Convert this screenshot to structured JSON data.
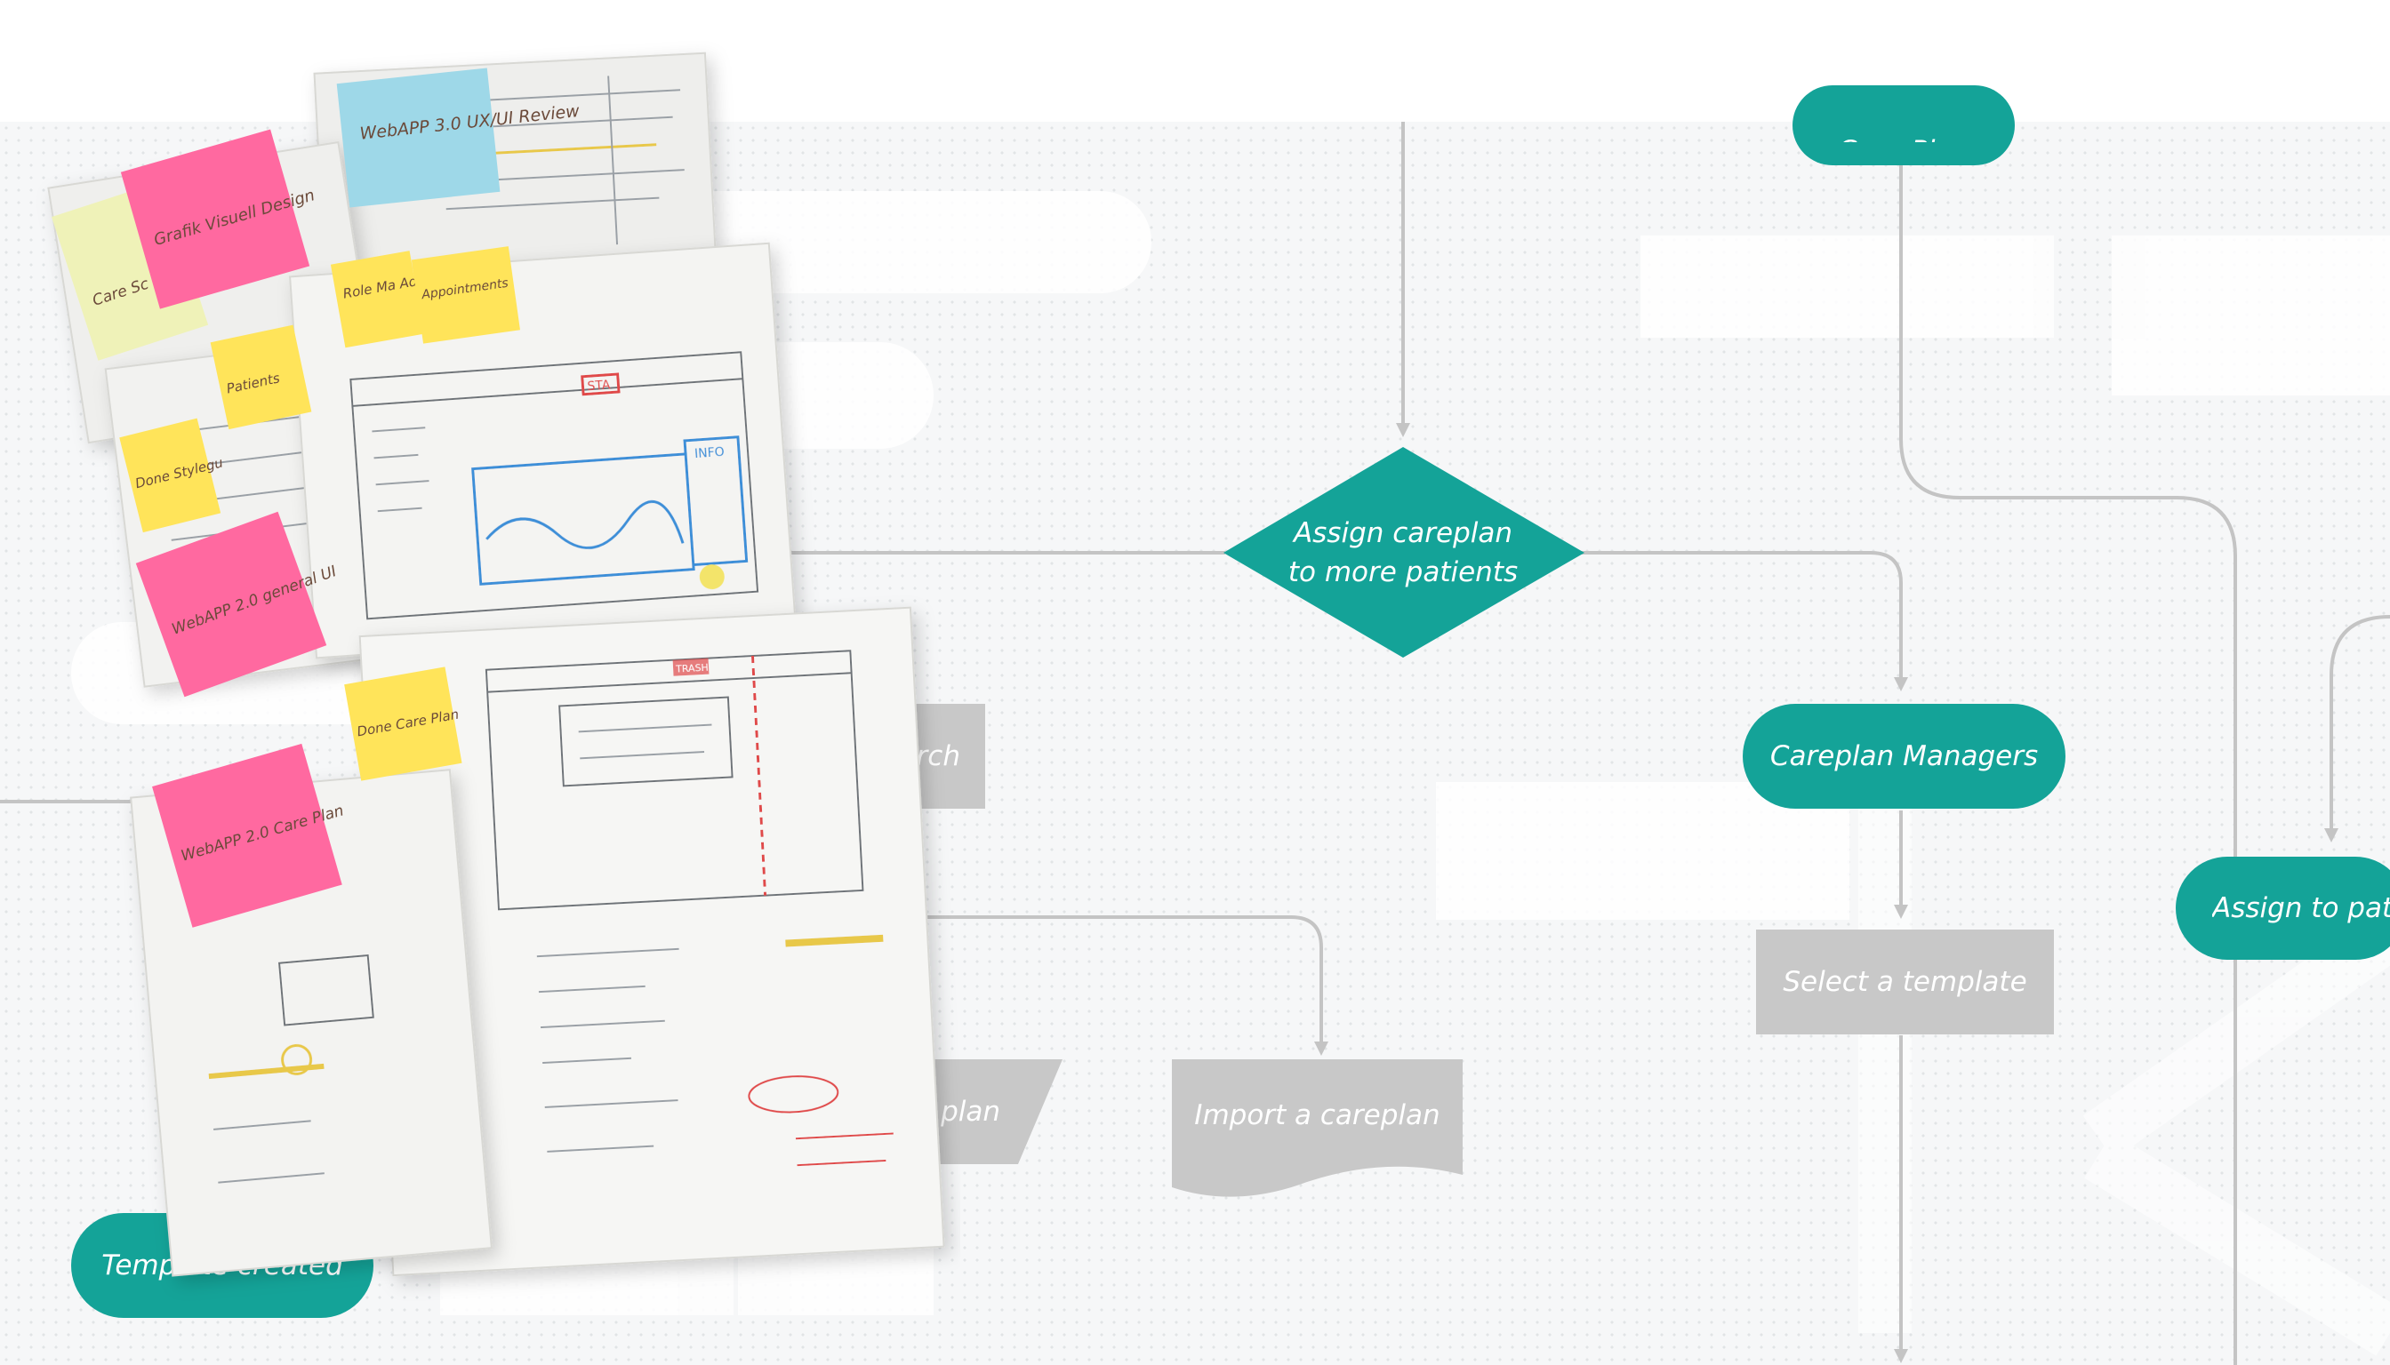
{
  "flowchart": {
    "nodes": {
      "care_plan": "Care Plan",
      "assign_more": [
        "Assign careplan",
        "to more patients"
      ],
      "careplan_managers": "Careplan Managers",
      "select_template": "Select a template",
      "assign_patients": "Assign to patie",
      "search": "arch",
      "careplan_partial": "plan",
      "import_careplan": "Import a careplan",
      "template_created": "Template created"
    },
    "colors": {
      "teal": "#14a398",
      "grey_node": "#c8c8c8",
      "connector": "#c4c4c4",
      "background": "#f6f7f8"
    }
  },
  "sketches": {
    "notes": [
      "WebAPP 3.0 UX/UI Review",
      "Grafik Visuell Design",
      "Role Ma Adminis",
      "Appointments",
      "Patients",
      "Done Stylegu",
      "WebAPP 2.0 general UI",
      "Done Care Plan",
      "WebAPP 2.0 Care Plan",
      "Care Sc"
    ],
    "wireframe_labels": [
      "STA",
      "INFO",
      "TRASH"
    ]
  }
}
